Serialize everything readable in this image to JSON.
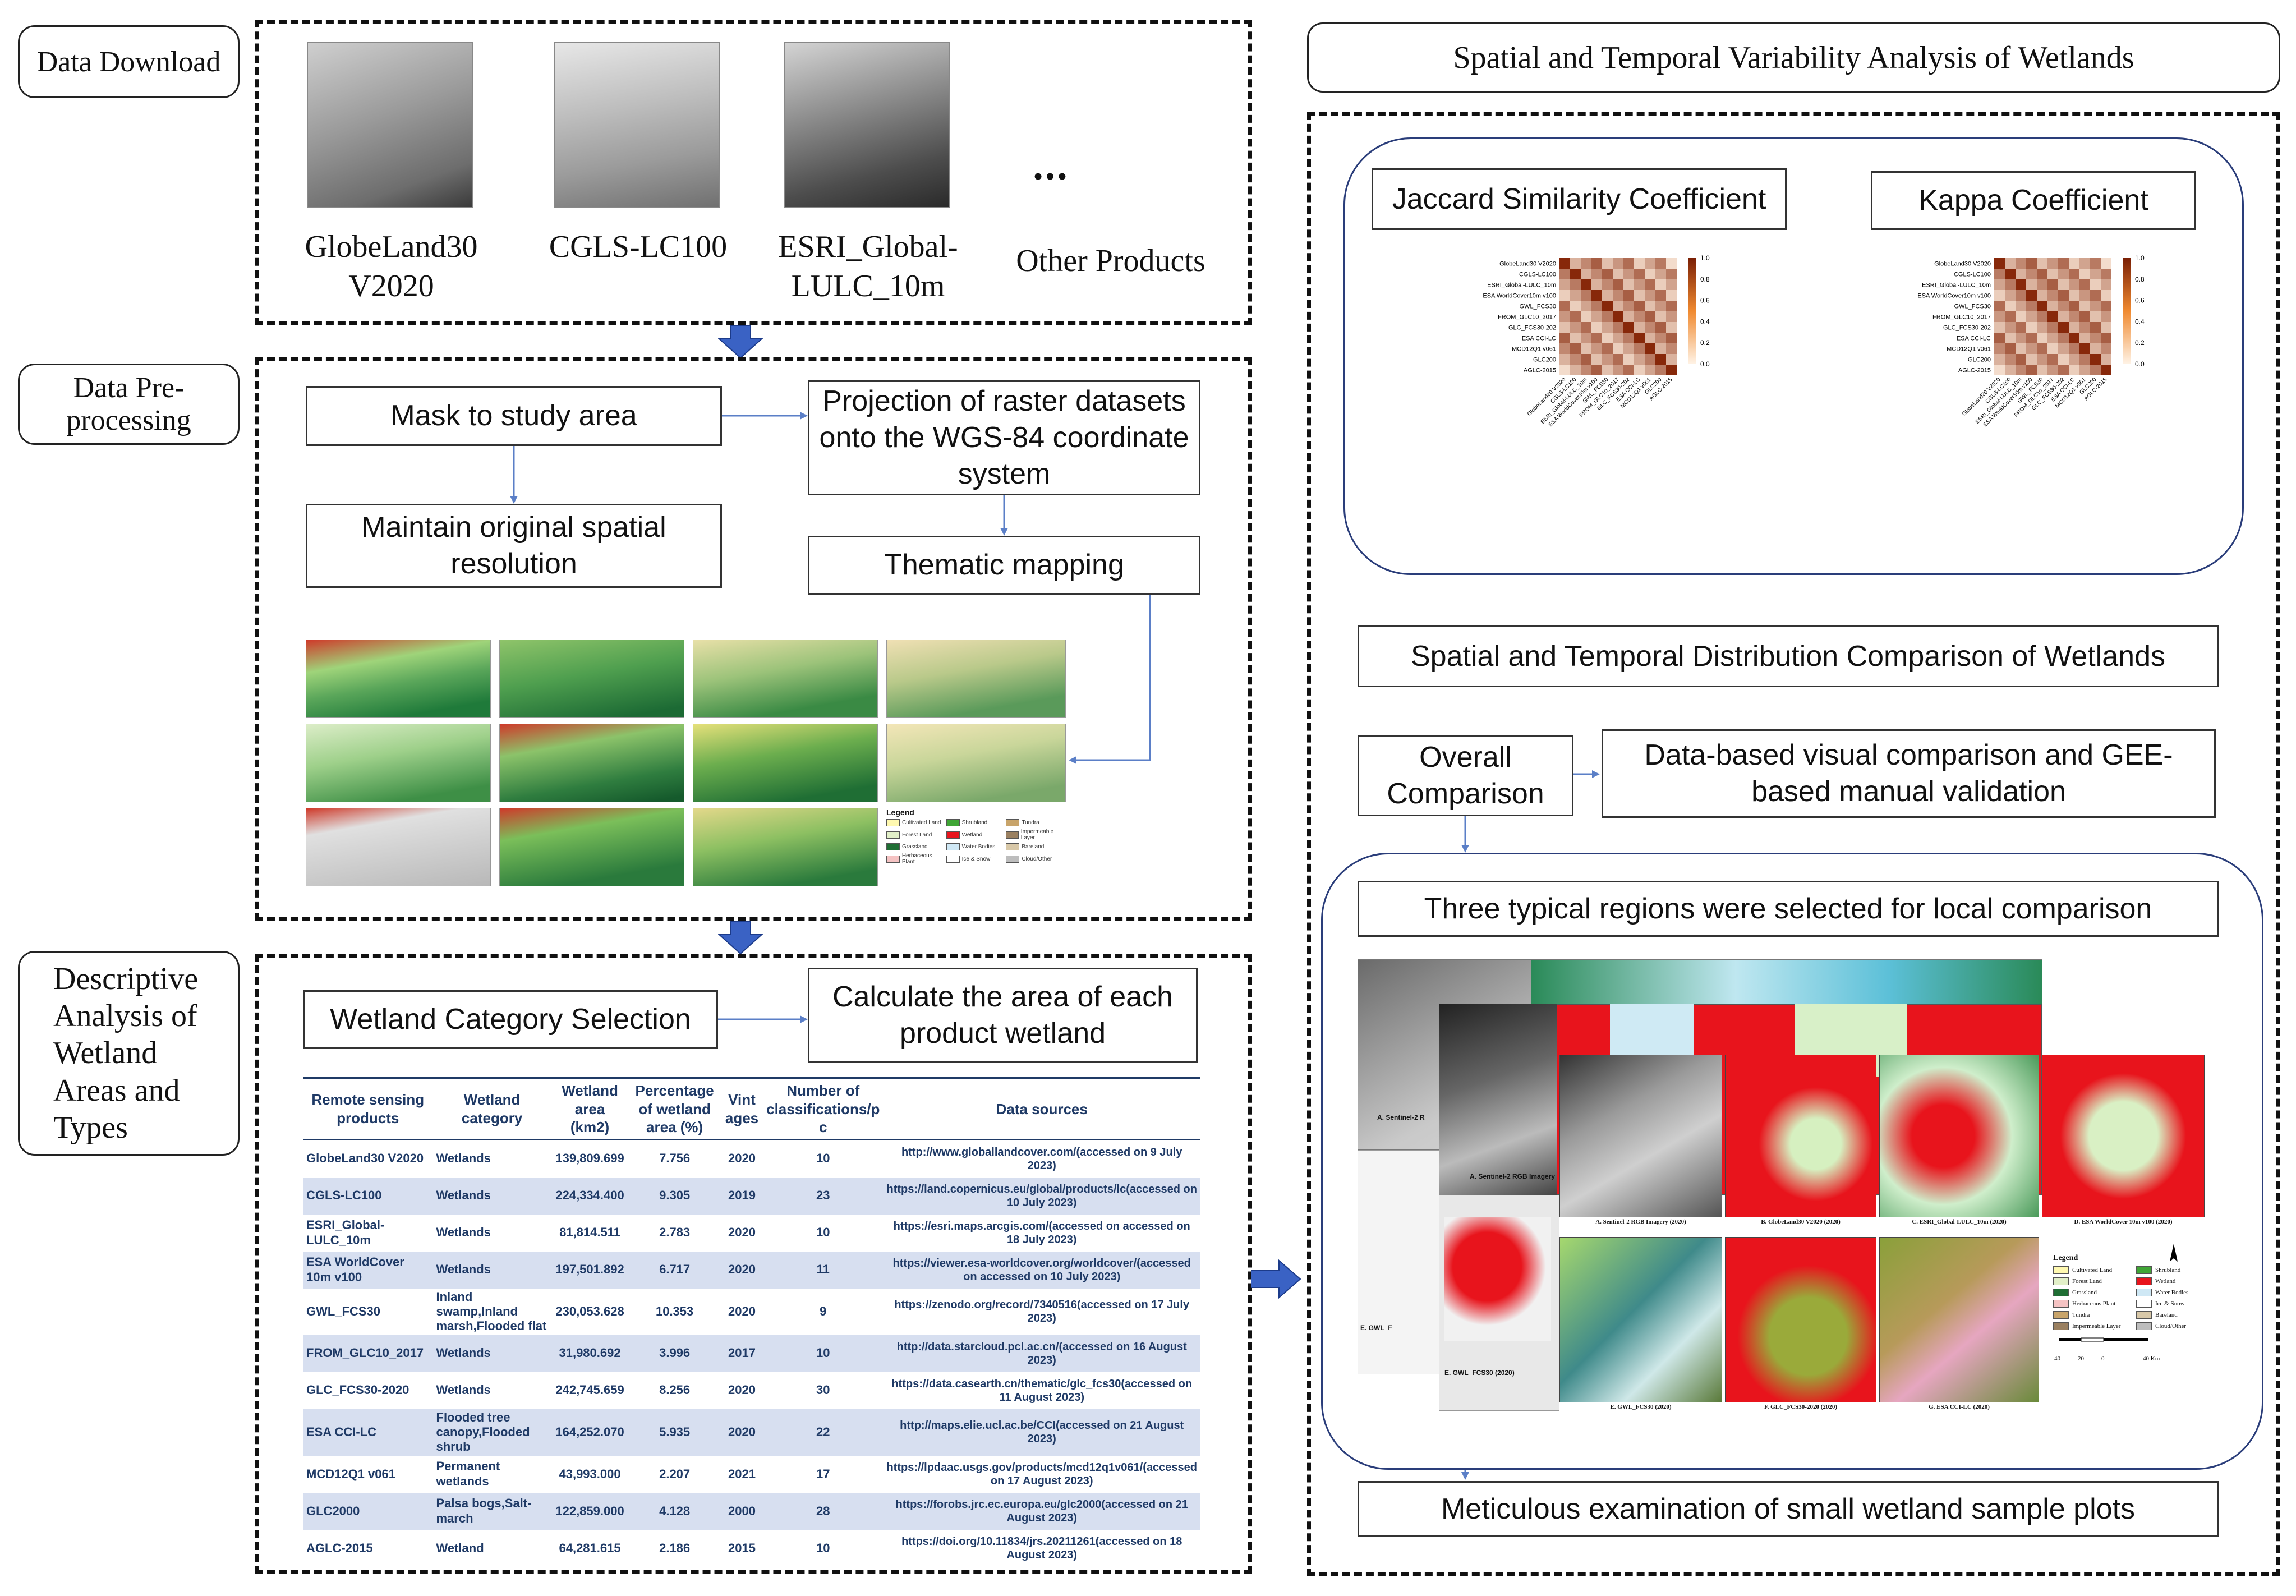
{
  "left": {
    "data_download": {
      "label": "Data Download",
      "products": [
        "GlobeLand30\nV2020",
        "CGLS-LC100",
        "ESRI_Global-\nLULC_10m"
      ],
      "ellipsis": "•••",
      "other": "Other Products"
    },
    "preprocessing": {
      "label": "Data Pre-\nprocessing",
      "mask": "Mask to study area",
      "projection": "Projection of raster datasets onto the WGS-84 coordinate system",
      "maintain": "Maintain original spatial resolution",
      "thematic": "Thematic mapping",
      "legend_title": "Legend",
      "legend_items": [
        "Cultivated Land",
        "Shrubland",
        "Tundra",
        "Forest Land",
        "Wetland",
        "Impermeable Layer",
        "Grassland",
        "Water Bodies",
        "Bareland",
        "Herbaceous Plant",
        "Ice & Snow",
        "Cloud/Other"
      ]
    },
    "descriptive": {
      "label": "Descriptive\nAnalysis of\nWetland\nAreas and\nTypes",
      "category_selection": "Wetland Category Selection",
      "calc_area": "Calculate the area of each product wetland",
      "table": {
        "headers": [
          "Remote sensing products",
          "Wetland category",
          "Wetland area (km2)",
          "Percentage of wetland area (%)",
          "Vint ages",
          "Number of classifications/p c",
          "Data sources"
        ],
        "rows": [
          [
            "GlobeLand30 V2020",
            "Wetlands",
            "139,809.699",
            "7.756",
            "2020",
            "10",
            "http://www.globallandcover.com/(accessed on 9 July 2023)"
          ],
          [
            "CGLS-LC100",
            "Wetlands",
            "224,334.400",
            "9.305",
            "2019",
            "23",
            "https://land.copernicus.eu/global/products/lc(accessed on 10 July 2023)"
          ],
          [
            "ESRI_Global-LULC_10m",
            "Wetlands",
            "81,814.511",
            "2.783",
            "2020",
            "10",
            "https://esri.maps.arcgis.com/(accessed on accessed on 18 July 2023)"
          ],
          [
            "ESA WorldCover 10m v100",
            "Wetlands",
            "197,501.892",
            "6.717",
            "2020",
            "11",
            "https://viewer.esa-worldcover.org/worldcover/(accessed on accessed on 10 July 2023)"
          ],
          [
            "GWL_FCS30",
            "Inland swamp,Inland marsh,Flooded flat",
            "230,053.628",
            "10.353",
            "2020",
            "9",
            "https://zenodo.org/record/7340516(accessed on 17 July 2023)"
          ],
          [
            "FROM_GLC10_2017",
            "Wetlands",
            "31,980.692",
            "3.996",
            "2017",
            "10",
            "http://data.starcloud.pcl.ac.cn/(accessed on 16 August 2023)"
          ],
          [
            "GLC_FCS30-2020",
            "Wetlands",
            "242,745.659",
            "8.256",
            "2020",
            "30",
            "https://data.casearth.cn/thematic/glc_fcs30(accessed on 11 August 2023)"
          ],
          [
            "ESA CCI-LC",
            "Flooded tree canopy,Flooded shrub",
            "164,252.070",
            "5.935",
            "2020",
            "22",
            "http://maps.elie.ucl.ac.be/CCI(accessed on 21 August 2023)"
          ],
          [
            "MCD12Q1 v061",
            "Permanent wetlands",
            "43,993.000",
            "2.207",
            "2021",
            "17",
            "https://lpdaac.usgs.gov/products/mcd12q1v061/(accessed on 17 August 2023)"
          ],
          [
            "GLC2000",
            "Palsa bogs,Salt-march",
            "122,859.000",
            "4.128",
            "2000",
            "28",
            "https://forobs.jrc.ec.europa.eu/glc2000(accessed on 21 August 2023)"
          ],
          [
            "AGLC-2015",
            "Wetland",
            "64,281.615",
            "2.186",
            "2015",
            "10",
            "https://doi.org/10.11834/jrs.20211261(accessed on 18 August 2023)"
          ]
        ]
      }
    }
  },
  "right": {
    "title": "Spatial and Temporal Variability Analysis of Wetlands",
    "jaccard": "Jaccard Similarity Coefficient",
    "kappa": "Kappa Coefficient",
    "heatmap_labels": [
      "GlobeLand30 V2020",
      "CGLS-LC100",
      "ESRI_Global-LULC_10m",
      "ESA WorldCover10m v100",
      "GWL_FCS30",
      "FROM_GLC10_2017",
      "GLC_FCS30-202",
      "ESA CCI-LC",
      "MCD12Q1 v061",
      "GLC200",
      "AGLC-2015"
    ],
    "colorbar_ticks": [
      "1.0",
      "0.8",
      "0.6",
      "0.4",
      "0.2",
      "0.0"
    ],
    "distribution": "Spatial and Temporal Distribution Comparison of Wetlands",
    "overall": "Overall Comparison",
    "visual": "Data-based visual comparison and GEE-based manual validation",
    "three_regions": "Three typical regions were selected for local comparison",
    "panel_captions": [
      "A. Sentinel-2 RGB Imagery (2020)",
      "B. GlobeLand30 V2020 (2020)",
      "C. ESRI_Global-LULC_10m (2020)",
      "D. ESA WorldCover 10m v100 (2020)",
      "E. GWL_FCS30 (2020)",
      "F. GLC_FCS30-2020 (2020)",
      "G. ESA CCI-LC (2020)"
    ],
    "side_captions": [
      "A. Sentinel-2 R",
      "A. Sentinel-2 RGB Imagery",
      "E. GWL_F",
      "E. GWL_FCS30 (2020)"
    ],
    "legend_title": "Legend",
    "legend_items": [
      "Cultivated Land",
      "Shrubland",
      "Forest Land",
      "Wetland",
      "Grassland",
      "Water Bodies",
      "Herbaceous Plant",
      "Ice & Snow",
      "Tundra",
      "Bareland",
      "Impermeable Layer",
      "Cloud/Other"
    ],
    "scale": [
      "40",
      "20",
      "0",
      "40 Km"
    ],
    "meticulous": "Meticulous examination of small wetland sample plots"
  },
  "colors": {
    "arrow": "#3a62c4",
    "wetland_red": "#e8141c",
    "table_header": "#1f3a66",
    "table_alt_row": "#d7dff0"
  }
}
